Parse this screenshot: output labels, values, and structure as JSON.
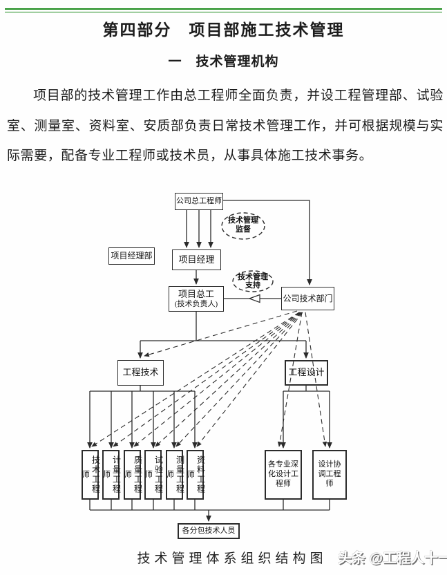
{
  "header": {
    "title": "第四部分　项目部施工技术管理",
    "section_heading": "一　技术管理机构"
  },
  "body_text": {
    "paragraph": "项目部的技术管理工作由总工程师全面负责，并设工程管理部、试验室、测量室、资料室、安质部负责日常技术管理工作，并可根据规模与实际需要，配备专业工程师或技术员，从事具体施工技术事务。"
  },
  "diagram": {
    "boxes": {
      "company_chief": "公司总工程师",
      "pm_dept": "项目经理部",
      "project_manager": "项目经理",
      "project_chief_line1": "项目总工",
      "project_chief_line2": "(技术负责人)",
      "company_tech": "公司技术部门",
      "eng_tech": "工程技术",
      "eng_design": "工程设计",
      "deep_design": "各专业深化设计工程师",
      "design_coord": "设计协调工程师",
      "subcontract": "各分包技术人员"
    },
    "engineers": [
      "技术工程师",
      "计量工程师",
      "质量工程师",
      "试验工程师",
      "测量工程师",
      "资料工程师"
    ],
    "ellipses": {
      "supervise_line1": "技术管理",
      "supervise_line2": "监督",
      "support_line1": "技术管理",
      "support_line2": "支持"
    },
    "caption": "技术管理体系组织结构图"
  },
  "watermark": "头条 @工程人十一",
  "colors": {
    "rule_green": "#1a8a1a",
    "line": "#2b2b2b"
  }
}
